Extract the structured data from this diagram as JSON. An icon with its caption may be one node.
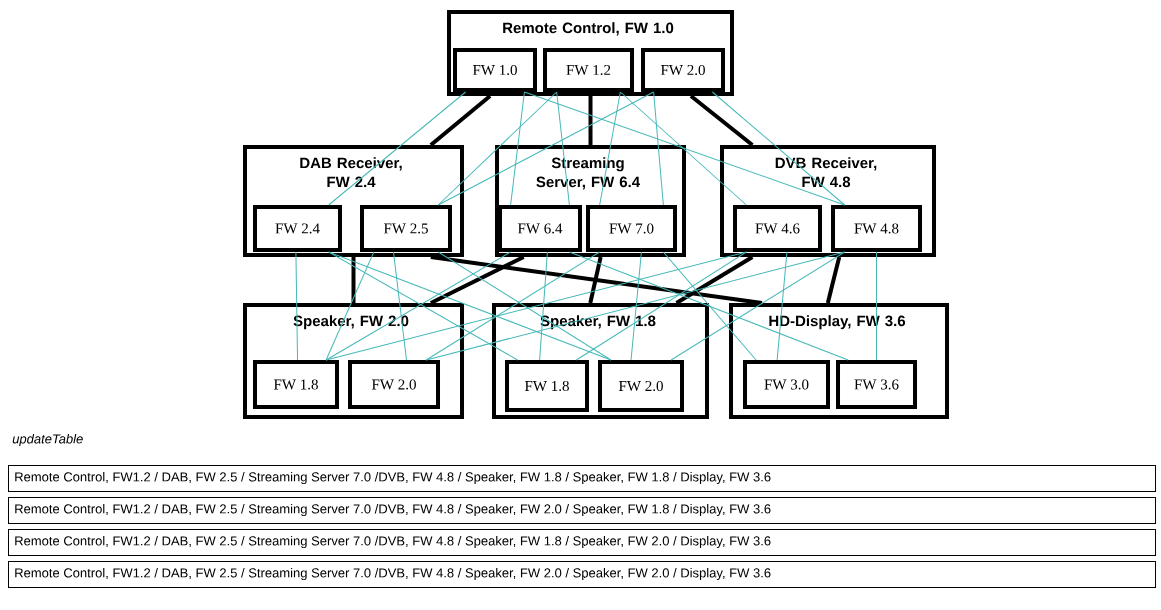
{
  "diagram": {
    "nodes": [
      {
        "text": [
          "Remote Control, FW 1.0"
        ]
      },
      {
        "text": [
          "FW 1.0"
        ],
        "in": 0
      },
      {
        "text": [
          "FW 1.2"
        ],
        "in": 0
      },
      {
        "text": [
          "FW 2.0"
        ],
        "in": 0
      },
      {
        "text": [
          "DAB Receiver, FW 2.4"
        ]
      },
      {
        "text": [
          "FW 2.4"
        ],
        "in": 4
      },
      {
        "text": [
          "FW 2.5"
        ],
        "in": 4
      },
      {
        "text": [
          "Streaming Server, FW 6.4"
        ]
      },
      {
        "text": [
          "FW 6.4"
        ],
        "in": 7
      },
      {
        "text": [
          "FW 7.0"
        ],
        "in": 7
      },
      {
        "text": [
          "DVB Receiver, FW 4.8"
        ]
      },
      {
        "text": [
          "FW 4.6"
        ],
        "in": 10
      },
      {
        "text": [
          "FW 4.8"
        ],
        "in": 10
      },
      {
        "text": [
          "Speaker, FW 2.0"
        ]
      },
      {
        "text": [
          "FW 1.8"
        ],
        "in": 13
      },
      {
        "text": [
          "FW 2.0"
        ],
        "in": 13
      },
      {
        "text": [
          "Speaker, FW 1.8"
        ]
      },
      {
        "text": [
          "FW 1.8"
        ],
        "in": 16
      },
      {
        "text": [
          "FW 2.0"
        ],
        "in": 16
      },
      {
        "text": [
          "HD-Display, FW 3.6"
        ]
      },
      {
        "text": [
          "FW 3.0"
        ],
        "in": 19
      },
      {
        "text": [
          "FW 3.6"
        ],
        "in": 19
      }
    ],
    "edges": [
      {
        "from": 0,
        "to": 4,
        "arrow": "none",
        "style": "thick",
        "color": "#000000"
      },
      {
        "from": 0,
        "to": 7,
        "arrow": "none",
        "style": "thick",
        "color": "#000000"
      },
      {
        "from": 0,
        "to": 10,
        "arrow": "none",
        "style": "thick",
        "color": "#000000"
      },
      {
        "from": 4,
        "to": 13,
        "arrow": "none",
        "style": "thick",
        "color": "#000000"
      },
      {
        "from": 4,
        "to": 19,
        "arrow": "none",
        "style": "thick",
        "color": "#000000"
      },
      {
        "from": 7,
        "to": 13,
        "arrow": "none",
        "style": "thick",
        "color": "#000000"
      },
      {
        "from": 7,
        "to": 16,
        "arrow": "none",
        "style": "thick",
        "color": "#000000"
      },
      {
        "from": 10,
        "to": 16,
        "arrow": "none",
        "style": "thick",
        "color": "#000000"
      },
      {
        "from": 10,
        "to": 19,
        "arrow": "none",
        "style": "thick",
        "color": "#000000"
      },
      {
        "from": 1,
        "to": 5,
        "arrow": "none"
      },
      {
        "from": 1,
        "to": 8,
        "arrow": "none"
      },
      {
        "from": 1,
        "to": 12,
        "arrow": "none"
      },
      {
        "from": 2,
        "to": 6,
        "arrow": "none"
      },
      {
        "from": 2,
        "to": 8,
        "arrow": "none"
      },
      {
        "from": 2,
        "to": 9,
        "arrow": "none"
      },
      {
        "from": 2,
        "to": 11,
        "arrow": "none"
      },
      {
        "from": 3,
        "to": 6,
        "arrow": "none"
      },
      {
        "from": 3,
        "to": 9,
        "arrow": "none"
      },
      {
        "from": 3,
        "to": 12,
        "arrow": "none"
      },
      {
        "from": 5,
        "to": 14,
        "arrow": "none"
      },
      {
        "from": 5,
        "to": 17,
        "arrow": "none"
      },
      {
        "from": 5,
        "to": 18,
        "arrow": "none"
      },
      {
        "from": 6,
        "to": 14,
        "arrow": "none"
      },
      {
        "from": 6,
        "to": 15,
        "arrow": "none"
      },
      {
        "from": 6,
        "to": 18,
        "arrow": "none"
      },
      {
        "from": 8,
        "to": 14,
        "arrow": "none"
      },
      {
        "from": 8,
        "to": 17,
        "arrow": "none"
      },
      {
        "from": 8,
        "to": 21,
        "arrow": "none"
      },
      {
        "from": 9,
        "to": 15,
        "arrow": "none"
      },
      {
        "from": 9,
        "to": 18,
        "arrow": "none"
      },
      {
        "from": 9,
        "to": 20,
        "arrow": "none"
      },
      {
        "from": 11,
        "to": 14,
        "arrow": "none"
      },
      {
        "from": 11,
        "to": 17,
        "arrow": "none"
      },
      {
        "from": 11,
        "to": 20,
        "arrow": "none"
      },
      {
        "from": 12,
        "to": 15,
        "arrow": "none"
      },
      {
        "from": 12,
        "to": 18,
        "arrow": "none"
      },
      {
        "from": 12,
        "to": 21,
        "arrow": "none"
      }
    ],
    "labels": [
      "updateTable",
      "Remote Control, FW1.2 / DAB, FW 2.5 / Streaming Server 7.0 /DVB, FW 4.8 / Speaker, FW 1.8 / Speaker, FW 1.8 / Display, FW 3.6",
      "Remote Control, FW1.2 / DAB, FW 2.5 / Streaming Server 7.0 /DVB, FW 4.8 / Speaker, FW 2.0 / Speaker, FW 1.8 / Display, FW 3.6",
      "Remote Control, FW1.2 / DAB, FW 2.5 / Streaming Server 7.0 /DVB, FW 4.8 / Speaker, FW 1.8 / Speaker, FW 2.0 / Display, FW 3.6",
      "Remote Control, FW1.2 / DAB, FW 2.5 / Streaming Server 7.0 /DVB, FW 4.8 / Speaker, FW 2.0 / Speaker, FW 2.0 / Display, FW 3.6"
    ]
  }
}
